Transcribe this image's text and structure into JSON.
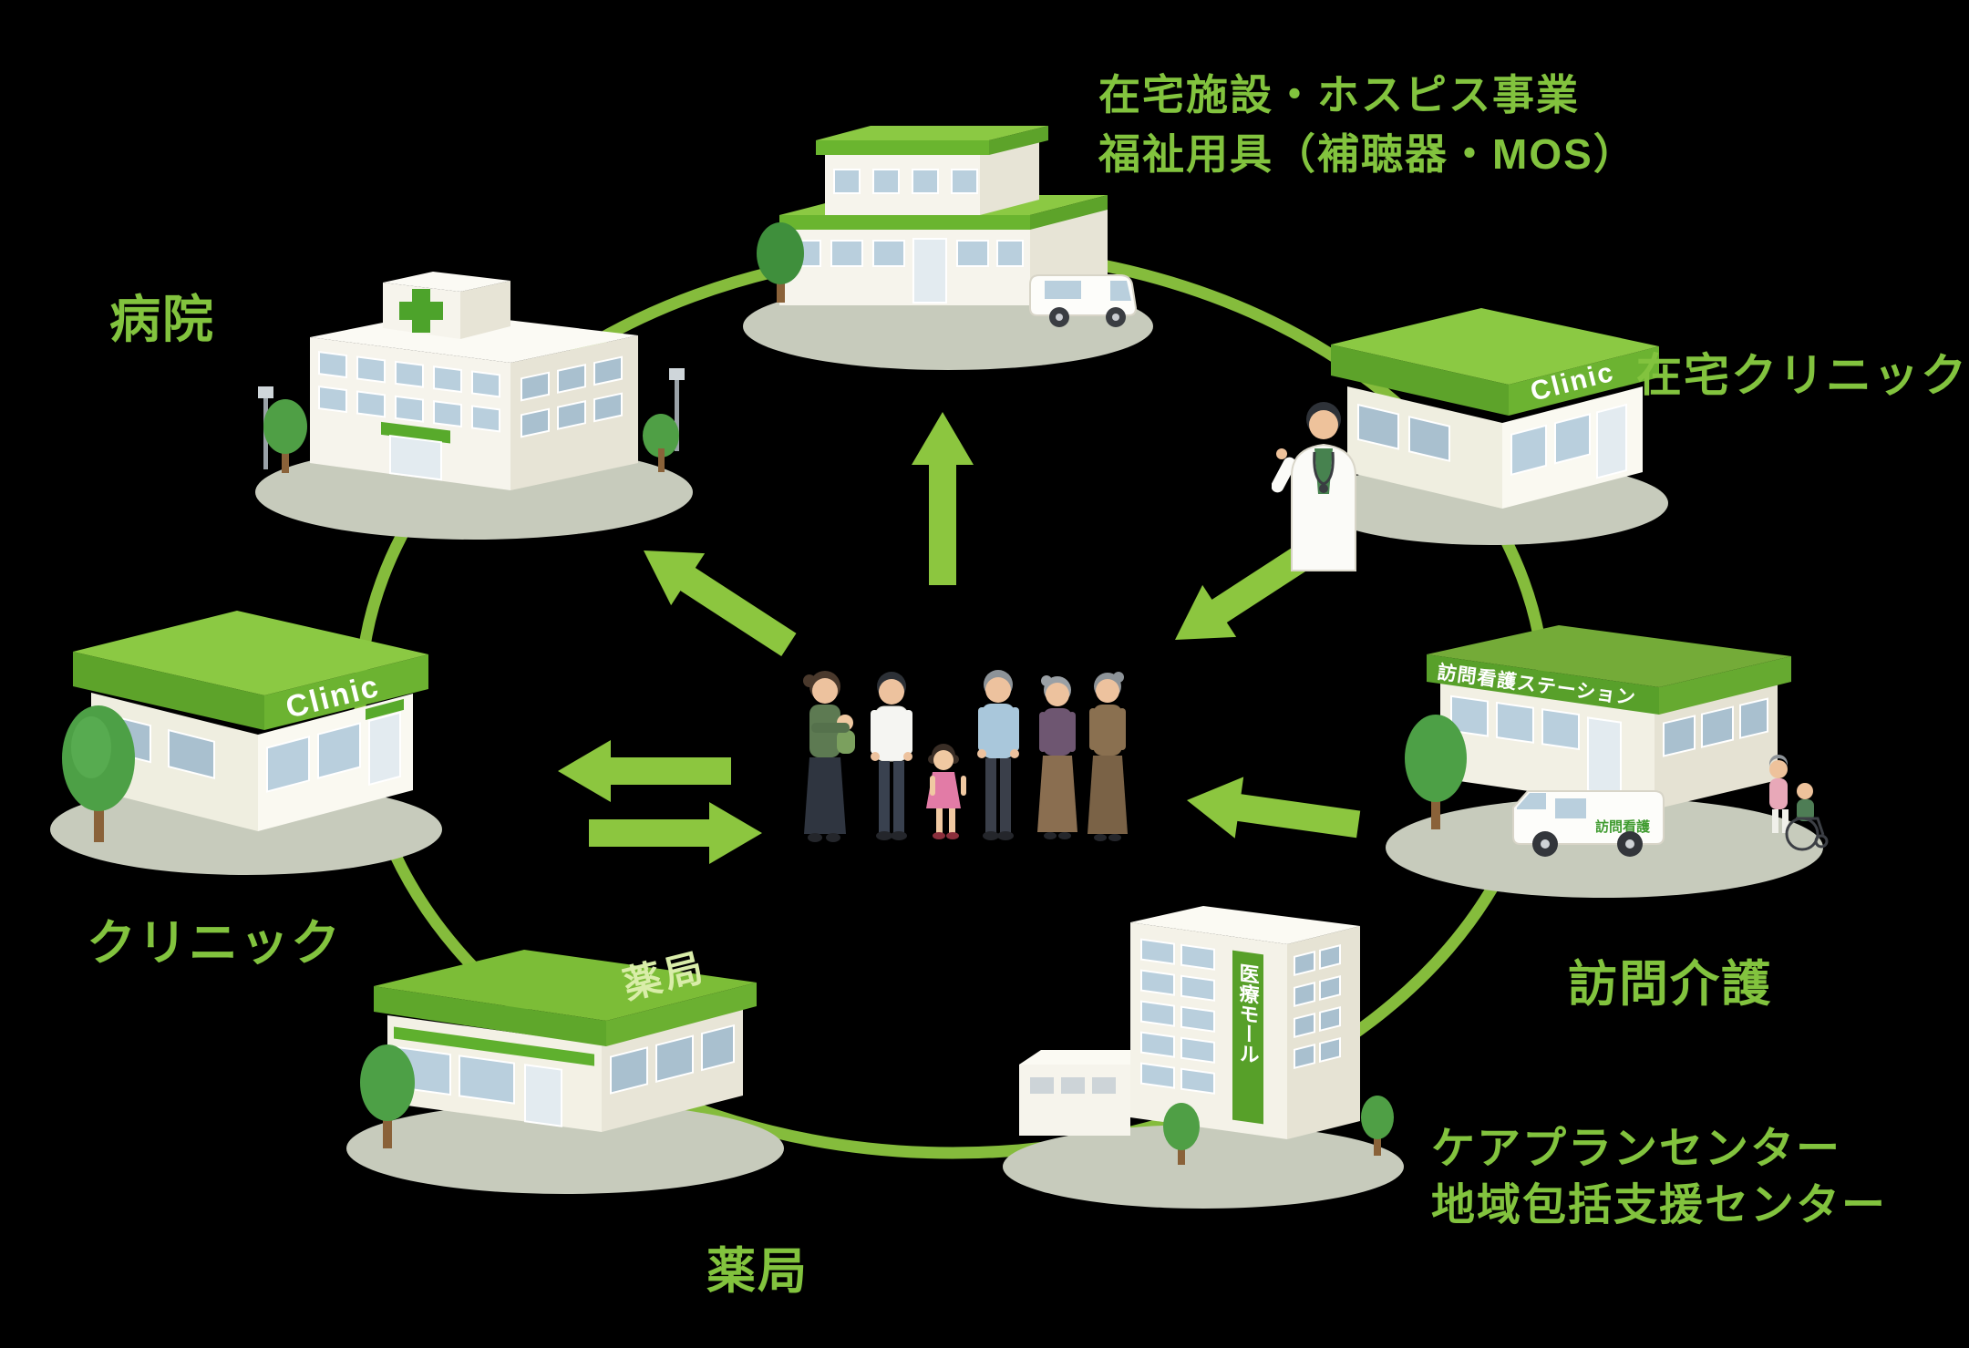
{
  "background": "#000000",
  "colors": {
    "label_green": "#82c33e",
    "arrow_green": "#8cc63f",
    "roof_green": "#6fb52f",
    "roof_green_light": "#8bc943",
    "wall_white": "#f4f2e8",
    "window_blue": "#b9cfdd",
    "ground_gray": "#c7cbbc"
  },
  "labels": {
    "hospital": "病院",
    "home_facility_line1": "在宅施設・ホスピス事業",
    "home_facility_line2": "福祉用具（補聴器・MOS）",
    "home_clinic": "在宅クリニック",
    "clinic": "クリニック",
    "home_visit_care": "訪問介護",
    "pharmacy": "薬局",
    "care_plan_center": "ケアプランセンター",
    "community_support_center": "地域包括支援センター"
  },
  "signs": {
    "clinic_en_top_right": "Clinic",
    "clinic_en_left": "Clinic",
    "pharmacy_roof": "薬局",
    "visiting_nurse_station": "訪問看護ステーション",
    "visiting_nurse_van": "訪問看護",
    "medical_mall": "医療モール"
  }
}
